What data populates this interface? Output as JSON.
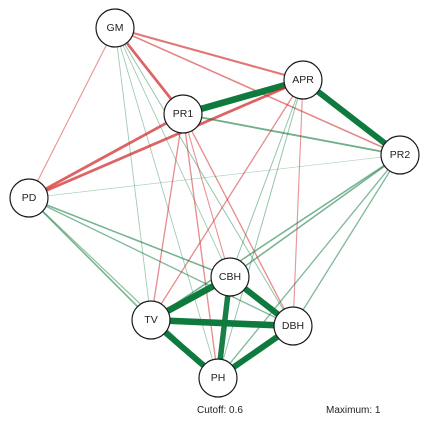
{
  "graph": {
    "nodes": [
      {
        "id": "GM",
        "label": "GM"
      },
      {
        "id": "APR",
        "label": "APR"
      },
      {
        "id": "PR1",
        "label": "PR1"
      },
      {
        "id": "PR2",
        "label": "PR2"
      },
      {
        "id": "PD",
        "label": "PD"
      },
      {
        "id": "CBH",
        "label": "CBH"
      },
      {
        "id": "TV",
        "label": "TV"
      },
      {
        "id": "DBH",
        "label": "DBH"
      },
      {
        "id": "PH",
        "label": "PH"
      }
    ],
    "edges": [
      {
        "source": "GM",
        "target": "APR",
        "sign": "negative",
        "weight": 0.5
      },
      {
        "source": "GM",
        "target": "PR2",
        "sign": "negative",
        "weight": 0.4
      },
      {
        "source": "GM",
        "target": "PR1",
        "sign": "negative",
        "weight": 0.6
      },
      {
        "source": "GM",
        "target": "PD",
        "sign": "negative",
        "weight": 0.3
      },
      {
        "source": "GM",
        "target": "CBH",
        "sign": "positive",
        "weight": 0.2
      },
      {
        "source": "GM",
        "target": "DBH",
        "sign": "positive",
        "weight": 0.25
      },
      {
        "source": "GM",
        "target": "TV",
        "sign": "positive",
        "weight": 0.2
      },
      {
        "source": "GM",
        "target": "PH",
        "sign": "positive",
        "weight": 0.2
      },
      {
        "source": "PR1",
        "target": "APR",
        "sign": "positive",
        "weight": 1.0
      },
      {
        "source": "APR",
        "target": "PR2",
        "sign": "positive",
        "weight": 0.95
      },
      {
        "source": "PD",
        "target": "PR1",
        "sign": "negative",
        "weight": 0.6
      },
      {
        "source": "PD",
        "target": "APR",
        "sign": "negative",
        "weight": 0.6
      },
      {
        "source": "PR1",
        "target": "PR2",
        "sign": "positive",
        "weight": 0.45
      },
      {
        "source": "PR1",
        "target": "TV",
        "sign": "negative",
        "weight": 0.35
      },
      {
        "source": "PR1",
        "target": "DBH",
        "sign": "negative",
        "weight": 0.35
      },
      {
        "source": "PR1",
        "target": "PH",
        "sign": "negative",
        "weight": 0.35
      },
      {
        "source": "PR1",
        "target": "CBH",
        "sign": "negative",
        "weight": 0.3
      },
      {
        "source": "APR",
        "target": "TV",
        "sign": "negative",
        "weight": 0.35
      },
      {
        "source": "APR",
        "target": "DBH",
        "sign": "negative",
        "weight": 0.3
      },
      {
        "source": "APR",
        "target": "PH",
        "sign": "positive",
        "weight": 0.25
      },
      {
        "source": "APR",
        "target": "CBH",
        "sign": "positive",
        "weight": 0.25
      },
      {
        "source": "PR2",
        "target": "CBH",
        "sign": "positive",
        "weight": 0.4
      },
      {
        "source": "PR2",
        "target": "TV",
        "sign": "positive",
        "weight": 0.4
      },
      {
        "source": "PR2",
        "target": "DBH",
        "sign": "positive",
        "weight": 0.35
      },
      {
        "source": "PR2",
        "target": "PH",
        "sign": "positive",
        "weight": 0.35
      },
      {
        "source": "PR2",
        "target": "PD",
        "sign": "positive",
        "weight": 0.12
      },
      {
        "source": "PD",
        "target": "CBH",
        "sign": "positive",
        "weight": 0.4
      },
      {
        "source": "PD",
        "target": "DBH",
        "sign": "positive",
        "weight": 0.35
      },
      {
        "source": "PD",
        "target": "TV",
        "sign": "positive",
        "weight": 0.4
      },
      {
        "source": "PD",
        "target": "PH",
        "sign": "positive",
        "weight": 0.3
      },
      {
        "source": "CBH",
        "target": "TV",
        "sign": "positive",
        "weight": 1.0
      },
      {
        "source": "CBH",
        "target": "DBH",
        "sign": "positive",
        "weight": 0.95
      },
      {
        "source": "CBH",
        "target": "PH",
        "sign": "positive",
        "weight": 0.9
      },
      {
        "source": "TV",
        "target": "DBH",
        "sign": "positive",
        "weight": 1.0
      },
      {
        "source": "TV",
        "target": "PH",
        "sign": "positive",
        "weight": 0.95
      },
      {
        "source": "DBH",
        "target": "PH",
        "sign": "positive",
        "weight": 0.95
      }
    ],
    "colors": {
      "positive": "#0f7a3e",
      "negative": "#d0282a",
      "node_stroke": "#1a1a1a",
      "node_fill": "#ffffff"
    }
  },
  "footer": {
    "cutoff": "Cutoff: 0.6",
    "maximum": "Maximum: 1"
  }
}
